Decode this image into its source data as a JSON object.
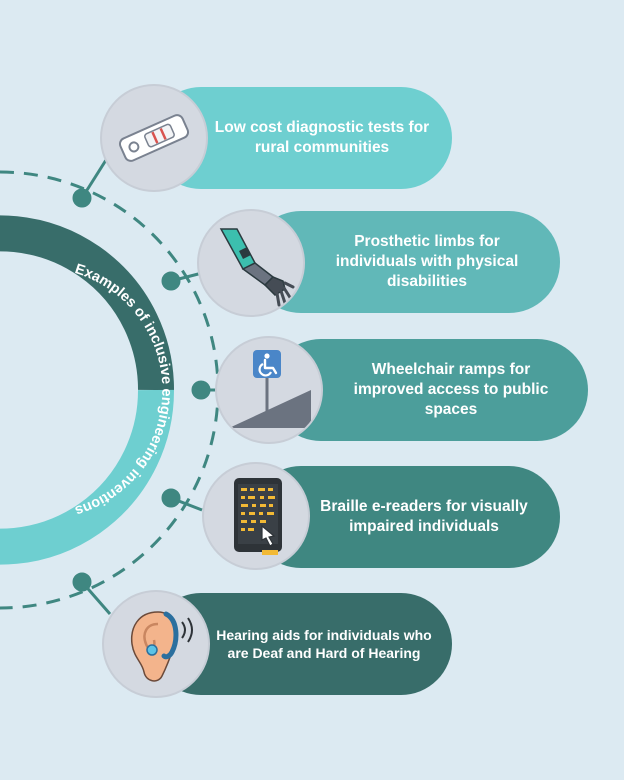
{
  "diagram": {
    "center_label": "Examples of inclusive engineering inventions",
    "items": [
      {
        "label": "Low cost diagnostic tests for rural communities",
        "icon": "rapid-test-icon",
        "color": "#6ecfd0"
      },
      {
        "label": "Prosthetic limbs for individuals with physical disabilities",
        "icon": "prosthetic-arm-icon",
        "color": "#61b8b8"
      },
      {
        "label": "Wheelchair ramps for improved access to public spaces",
        "icon": "wheelchair-ramp-icon",
        "color": "#4c9e9b"
      },
      {
        "label": "Braille e-readers for visually impaired individuals",
        "icon": "braille-e-reader-icon",
        "color": "#3f8781"
      },
      {
        "label": "Hearing aids for individuals who are Deaf and Hard of Hearing",
        "icon": "hearing-aid-icon",
        "color": "#386d6a"
      }
    ],
    "colors": {
      "background": "#dceaf2",
      "ring_dark": "#386d6a",
      "ring_light": "#6ecfd0",
      "connector": "#3f8781"
    }
  }
}
